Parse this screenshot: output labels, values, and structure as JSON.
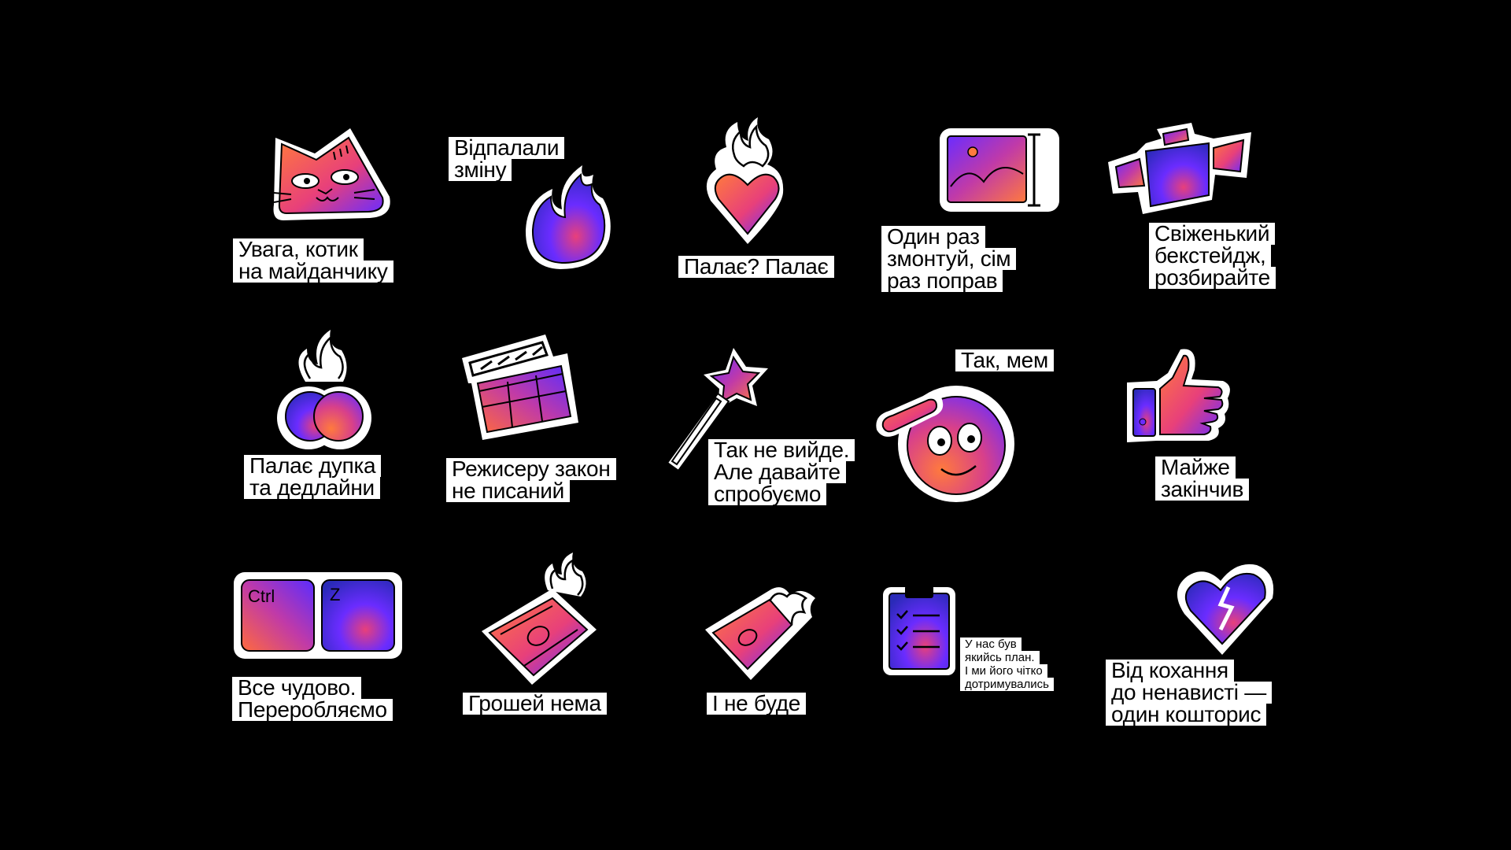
{
  "colors": {
    "background": "#000000",
    "outline": "#ffffff",
    "ink": "#000000",
    "gradient_orange": "#ff7a3d",
    "gradient_pink": "#e8407a",
    "gradient_violet": "#6a2cff",
    "gradient_blue": "#2a2ab8"
  },
  "stickers": [
    {
      "id": "cat",
      "icon": "cat-face-icon",
      "caption": [
        "Увага, котик",
        "на майданчику"
      ]
    },
    {
      "id": "burnout",
      "icon": "flame-icon",
      "caption": [
        "Відпалали",
        "зміну"
      ]
    },
    {
      "id": "heart-fire",
      "icon": "burning-heart-icon",
      "caption": [
        "Палає? Палає"
      ]
    },
    {
      "id": "film",
      "icon": "film-frame-icon",
      "caption": [
        "Один раз",
        "змонтуй, сім",
        "раз поправ"
      ]
    },
    {
      "id": "camera",
      "icon": "video-camera-icon",
      "caption": [
        "Свіженький",
        "бекстейдж,",
        "розбирайте"
      ]
    },
    {
      "id": "butt-fire",
      "icon": "burning-butt-icon",
      "caption": [
        "Палає дупка",
        "та дедлайни"
      ]
    },
    {
      "id": "clapper",
      "icon": "clapperboard-icon",
      "caption": [
        "Режисеру закон",
        "не писаний"
      ]
    },
    {
      "id": "wand",
      "icon": "magic-wand-icon",
      "caption": [
        "Так не вийде.",
        "Але давайте",
        "спробуємо"
      ]
    },
    {
      "id": "salute",
      "icon": "saluting-face-icon",
      "caption": [
        "Так, мем"
      ]
    },
    {
      "id": "thumb",
      "icon": "thumbs-up-icon",
      "caption": [
        "Майже",
        "закінчив"
      ]
    },
    {
      "id": "ctrlz",
      "icon": "ctrl-z-keys-icon",
      "keys": [
        "Ctrl",
        "Z"
      ],
      "caption": [
        "Все чудово.",
        "Переробляємо"
      ]
    },
    {
      "id": "money-fire",
      "icon": "burning-banknote-icon",
      "caption": [
        "Грошей нема"
      ]
    },
    {
      "id": "money-fire-2",
      "icon": "burning-banknote-icon",
      "caption": [
        "І не буде"
      ]
    },
    {
      "id": "plan",
      "icon": "clipboard-checklist-icon",
      "caption": [
        "У нас був",
        "якийсь план.",
        "І ми його чітко",
        "дотримувались"
      ]
    },
    {
      "id": "broken-heart",
      "icon": "broken-heart-icon",
      "caption": [
        "Від кохання",
        "до ненависті —",
        "один кошторис"
      ]
    }
  ]
}
